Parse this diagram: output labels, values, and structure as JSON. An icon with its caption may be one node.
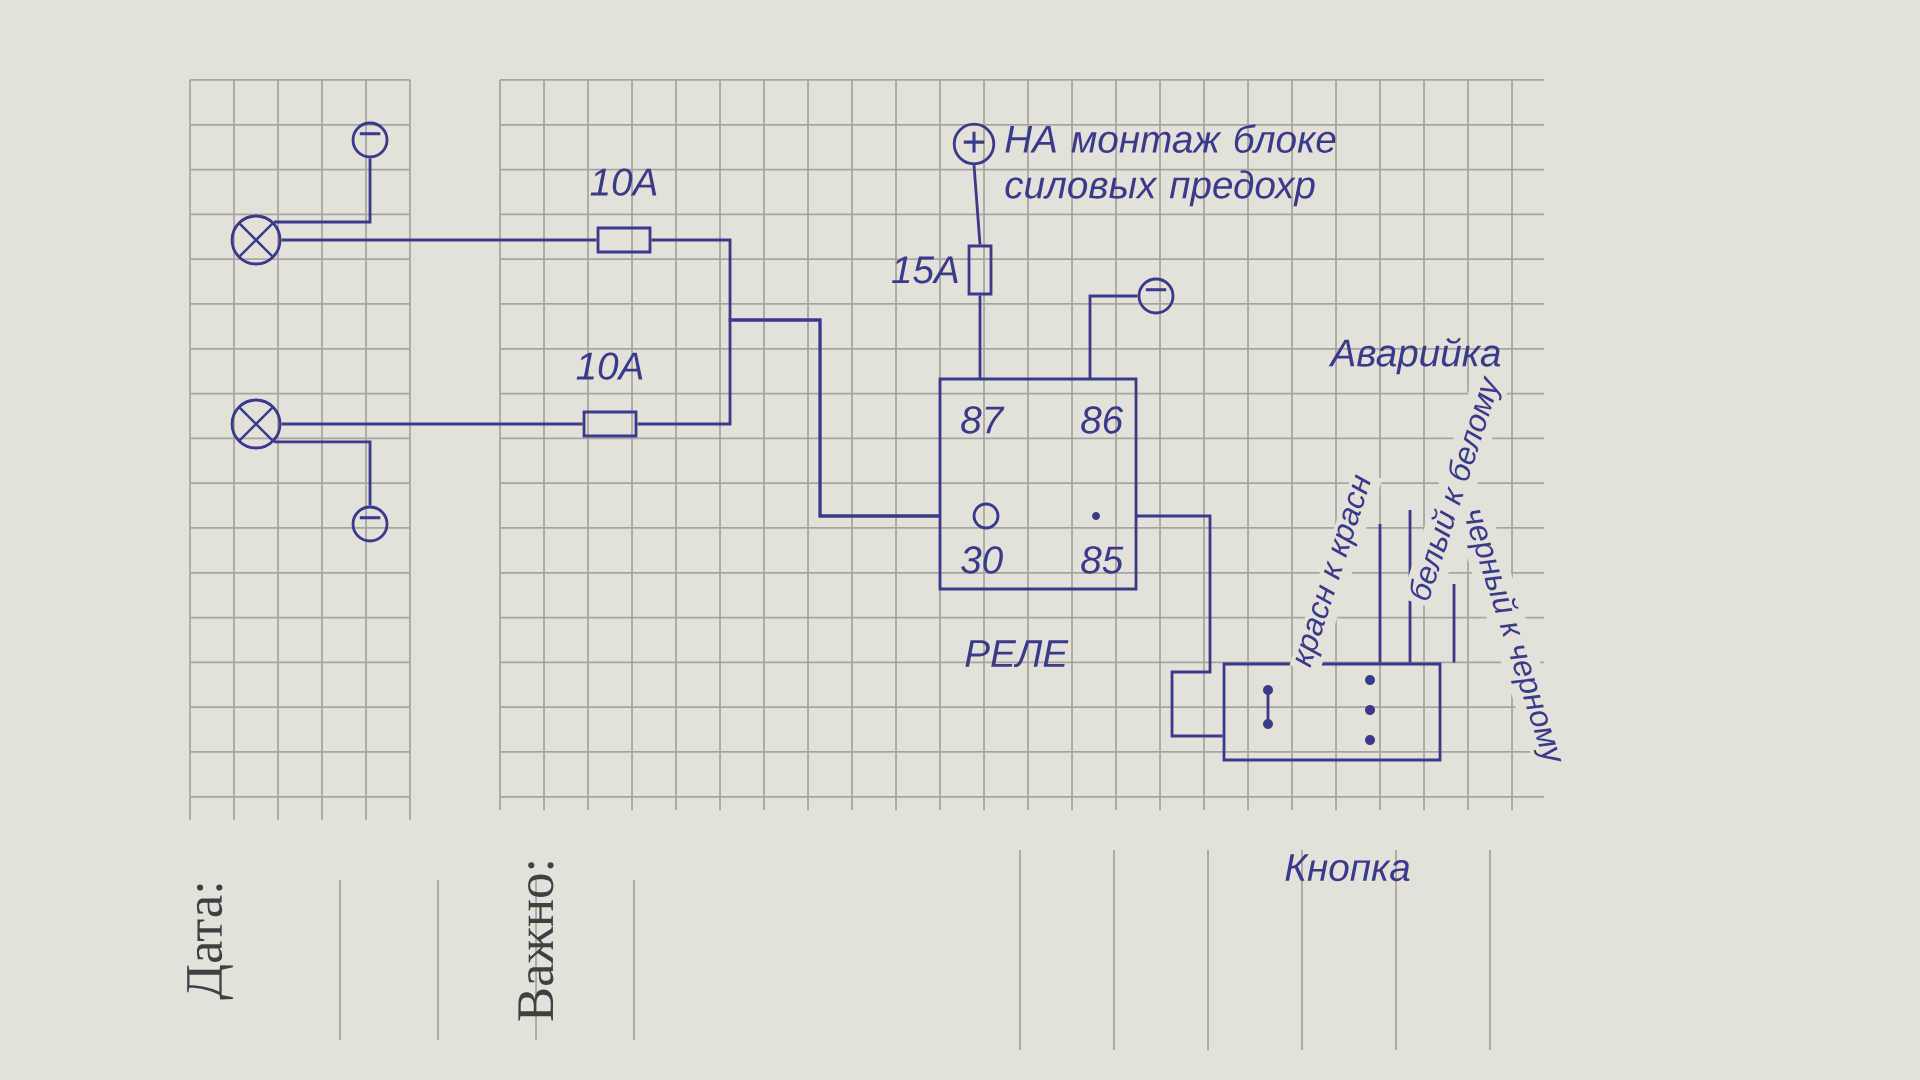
{
  "diagram": {
    "nodes": [
      {
        "text": [],
        "shape": "circle"
      },
      {
        "text": [
          "−"
        ]
      },
      {
        "text": [],
        "shape": "circle"
      },
      {
        "text": [
          "−"
        ]
      },
      {
        "text": [],
        "shape": "box",
        "beside": [
          "10А"
        ]
      },
      {
        "text": [],
        "shape": "box",
        "beside": [
          "10А"
        ]
      },
      {
        "text": [
          "+"
        ],
        "beside": [
          "НА монтаж блоке силовых предохр"
        ]
      },
      {
        "text": [],
        "shape": "box",
        "beside": [
          "15А"
        ]
      },
      {
        "text": [
          "−"
        ]
      },
      {
        "text": [
          "87",
          "86",
          "30",
          "85"
        ],
        "beside": [
          "РЕЛЕ"
        ]
      },
      {
        "text": [],
        "shape": "box",
        "beside": [
          "Кнопка"
        ]
      }
    ],
    "edges": [
      {
        "from": 0,
        "to": 1,
        "arrow": "none"
      },
      {
        "from": 0,
        "to": 4,
        "arrow": "none"
      },
      {
        "from": 2,
        "to": 5,
        "arrow": "none"
      },
      {
        "from": 2,
        "to": 3,
        "arrow": "none"
      },
      {
        "from": 4,
        "to": 9,
        "arrow": "none"
      },
      {
        "from": 5,
        "to": 9,
        "arrow": "none"
      },
      {
        "from": 6,
        "to": 7,
        "arrow": "none"
      },
      {
        "from": 7,
        "to": 9,
        "arrow": "none"
      },
      {
        "from": 8,
        "to": 9,
        "arrow": "none"
      },
      {
        "from": 9,
        "to": 10,
        "arrow": "none"
      },
      {
        "from": 10,
        "to": null,
        "arrow": "none",
        "label": "красн к красн"
      },
      {
        "from": 10,
        "to": null,
        "arrow": "none",
        "label": "белый к белому"
      },
      {
        "from": 10,
        "to": null,
        "arrow": "none",
        "label": "черный к черному"
      }
    ],
    "labels": [
      "Аварийка",
      "Дата:",
      "Важно:"
    ]
  }
}
